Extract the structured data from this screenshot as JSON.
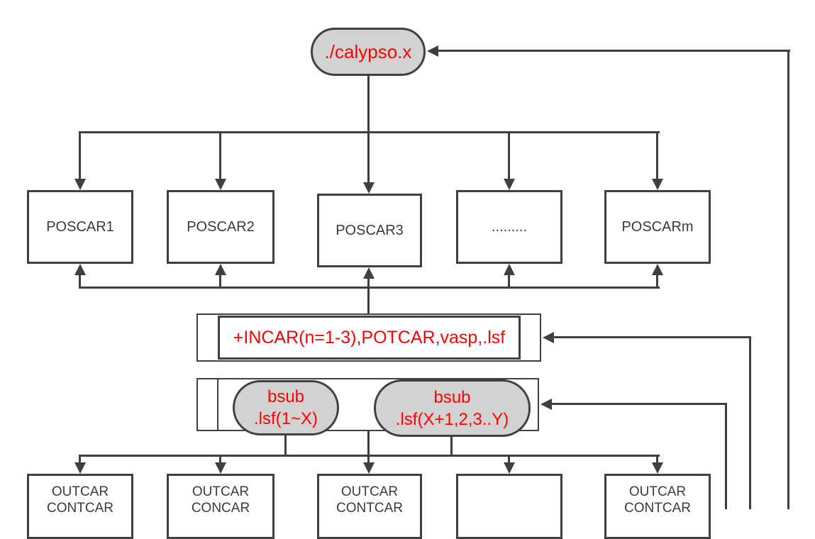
{
  "diagram": {
    "title_node": {
      "label": "./calypso.x"
    },
    "poscar_row": [
      {
        "label": "POSCAR1"
      },
      {
        "label": "POSCAR2"
      },
      {
        "label": "POSCAR3"
      },
      {
        "label": "........."
      },
      {
        "label": "POSCARm"
      }
    ],
    "incar_bar": {
      "label": "+INCAR(n=1-3),POTCAR,vasp,.lsf"
    },
    "bsub_bar": {
      "left_node": {
        "line1": "bsub",
        "line2": ".lsf(1~X)"
      },
      "right_node": {
        "line1": "bsub",
        "line2": ".lsf(X+1,2,3..Y)"
      }
    },
    "outcar_row": [
      {
        "line1": "OUTCAR",
        "line2": "CONTCAR"
      },
      {
        "line1": "OUTCAR",
        "line2": "CONCAR"
      },
      {
        "line1": "OUTCAR",
        "line2": "CONTCAR"
      },
      {
        "line1": "",
        "line2": ""
      },
      {
        "line1": "OUTCAR",
        "line2": "CONTCAR"
      }
    ],
    "colors": {
      "accent_red": "#ff0000",
      "node_fill_gray": "#d2d2d2",
      "line_dark": "#3f3f3f",
      "background": "#ffffff"
    }
  }
}
